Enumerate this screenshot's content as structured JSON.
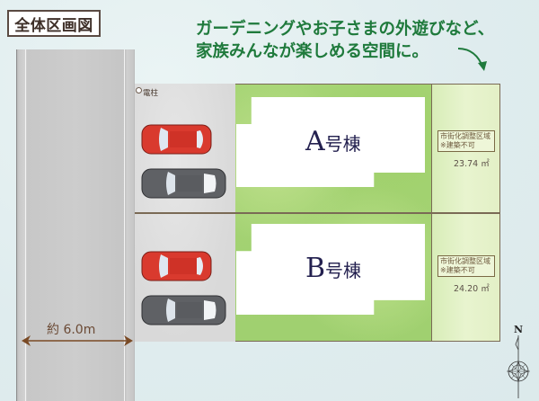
{
  "header": {
    "title": "全体区画図",
    "caption_line1": "ガーデニングやお子さまの外遊びなど、",
    "caption_line2": "家族みんなが楽しめる空間に。"
  },
  "road": {
    "width_label": "約 6.0m"
  },
  "utility_pole": {
    "label": "電柱"
  },
  "lots": [
    {
      "building_letter": "A",
      "building_suffix": "号棟",
      "zone_line1": "市街化調整区域",
      "zone_line2": "※建築不可",
      "area": "23.74 ㎡",
      "cars": [
        "red",
        "gray"
      ]
    },
    {
      "building_letter": "B",
      "building_suffix": "号棟",
      "zone_line1": "市街化調整区域",
      "zone_line2": "※建築不可",
      "area": "24.20 ㎡",
      "cars": [
        "red",
        "gray"
      ]
    }
  ],
  "compass": {
    "north_label": "N"
  },
  "colors": {
    "caption_green": "#1f7a3c",
    "garden_green": "#a6d574",
    "strip_green": "#e5f2c8",
    "building_label": "#23204f",
    "car_red": "#d93a2e",
    "car_gray": "#5f6165",
    "boundary": "#7a6a55",
    "dimension_brown": "#7a4a25"
  }
}
